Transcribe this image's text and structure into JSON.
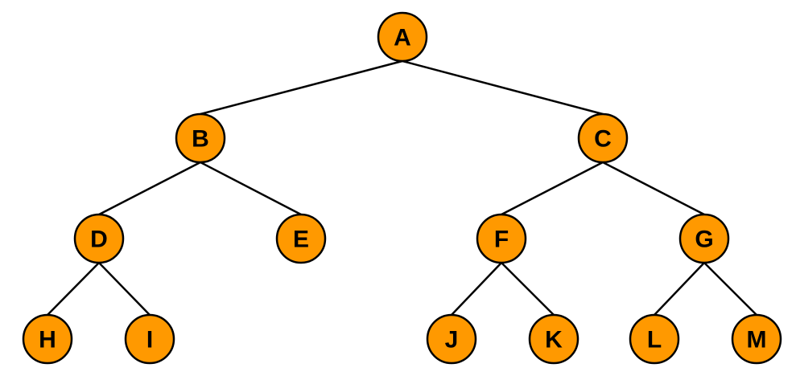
{
  "colors": {
    "node_fill": "#FF9900",
    "outline": "#000000",
    "background": "#FFFFFF"
  },
  "tree": {
    "root": "A",
    "nodes": [
      "A",
      "B",
      "C",
      "D",
      "E",
      "F",
      "G",
      "H",
      "I",
      "J",
      "K",
      "L",
      "M"
    ],
    "edges": [
      [
        "A",
        "B"
      ],
      [
        "A",
        "C"
      ],
      [
        "B",
        "D"
      ],
      [
        "B",
        "E"
      ],
      [
        "C",
        "F"
      ],
      [
        "C",
        "G"
      ],
      [
        "D",
        "H"
      ],
      [
        "D",
        "I"
      ],
      [
        "F",
        "J"
      ],
      [
        "F",
        "K"
      ],
      [
        "G",
        "L"
      ],
      [
        "G",
        "M"
      ]
    ]
  }
}
